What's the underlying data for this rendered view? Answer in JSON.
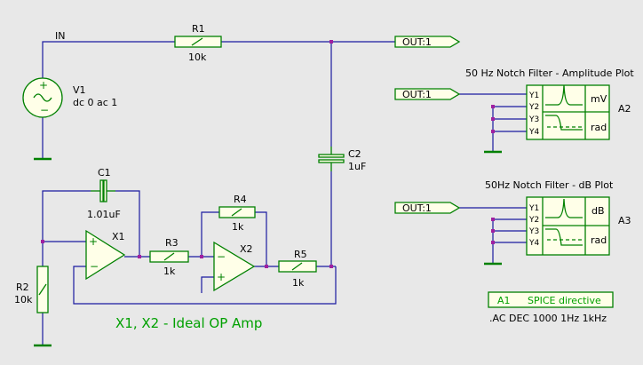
{
  "net_labels": {
    "in": "IN",
    "out": "OUT:1"
  },
  "components": {
    "r1": {
      "name": "R1",
      "value": "10k"
    },
    "r2": {
      "name": "R2",
      "value": "10k"
    },
    "r3": {
      "name": "R3",
      "value": "1k"
    },
    "r4": {
      "name": "R4",
      "value": "1k"
    },
    "r5": {
      "name": "R5",
      "value": "1k"
    },
    "c1": {
      "name": "C1",
      "value": "1.01uF"
    },
    "c2": {
      "name": "C2",
      "value": "1uF"
    },
    "v1": {
      "name": "V1",
      "value": "dc 0 ac 1"
    },
    "x1": {
      "name": "X1"
    },
    "x2": {
      "name": "X2"
    }
  },
  "opamp_note": "X1, X2 - Ideal OP Amp",
  "plots": [
    {
      "title": "50 Hz Notch Filter - Amplitude Plot",
      "name": "A2",
      "pins": [
        "Y1",
        "Y2",
        "Y3",
        "Y4"
      ],
      "units": [
        "mV",
        "rad"
      ]
    },
    {
      "title": "50Hz Notch Filter - dB Plot",
      "name": "A3",
      "pins": [
        "Y1",
        "Y2",
        "Y3",
        "Y4"
      ],
      "units": [
        "dB",
        "rad"
      ]
    }
  ],
  "directive": {
    "name": "A1",
    "label": "SPICE directive",
    "text": ".AC DEC 1000 1Hz 1kHz"
  }
}
